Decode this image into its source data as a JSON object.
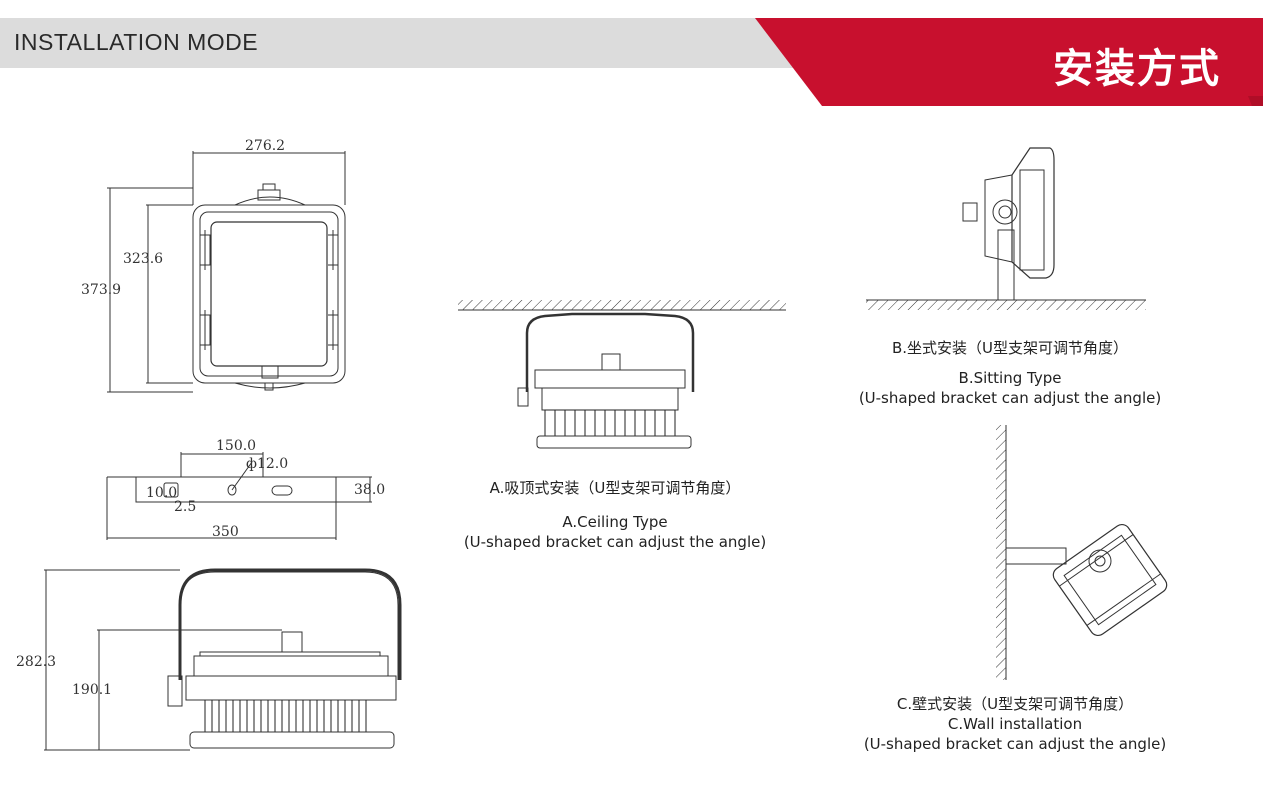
{
  "header": {
    "title_en": "INSTALLATION MODE",
    "title_cn": "安装方式",
    "colors": {
      "gray": "#dcdcdc",
      "red": "#c8102e"
    }
  },
  "dimensions": {
    "top_view": {
      "width": "276.2",
      "inner_height": "323.6",
      "total_height": "373.9"
    },
    "bracket": {
      "length": "150.0",
      "hole": "ф12.0",
      "height": "38.0",
      "slot_w": "10.0",
      "slot_h": "2.5",
      "total": "350"
    },
    "side_view": {
      "total_height": "282.3",
      "body_height": "190.1"
    }
  },
  "captions": {
    "ceiling": {
      "cn": "A.吸顶式安装（U型支架可调节角度）",
      "en": "A.Ceiling  Type",
      "note": "(U-shaped bracket can adjust the angle)"
    },
    "sitting": {
      "cn": "B.坐式安装（U型支架可调节角度）",
      "en": "B.Sitting Type",
      "note": "(U-shaped bracket can adjust the angle)"
    },
    "wall": {
      "cn": "C.壁式安装（U型支架可调节角度）",
      "en": "C.Wall installation",
      "note": "(U-shaped bracket can adjust the angle)"
    }
  }
}
